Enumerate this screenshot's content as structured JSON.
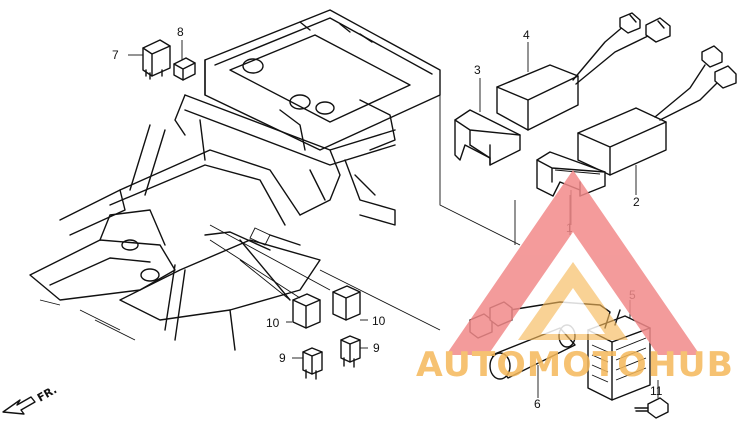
{
  "callouts": {
    "p1": "1",
    "p2": "2",
    "p3": "3",
    "p4": "4",
    "p5": "5",
    "p6": "6",
    "p7": "7",
    "p8": "8",
    "p9a": "9",
    "p9b": "9",
    "p10a": "10",
    "p10b": "10",
    "p11": "11"
  },
  "direction_label": "FR.",
  "watermark": {
    "text": "AUTOMOTOHUB",
    "primary_color": "#f28a8a",
    "accent_color": "#f5b85a"
  }
}
